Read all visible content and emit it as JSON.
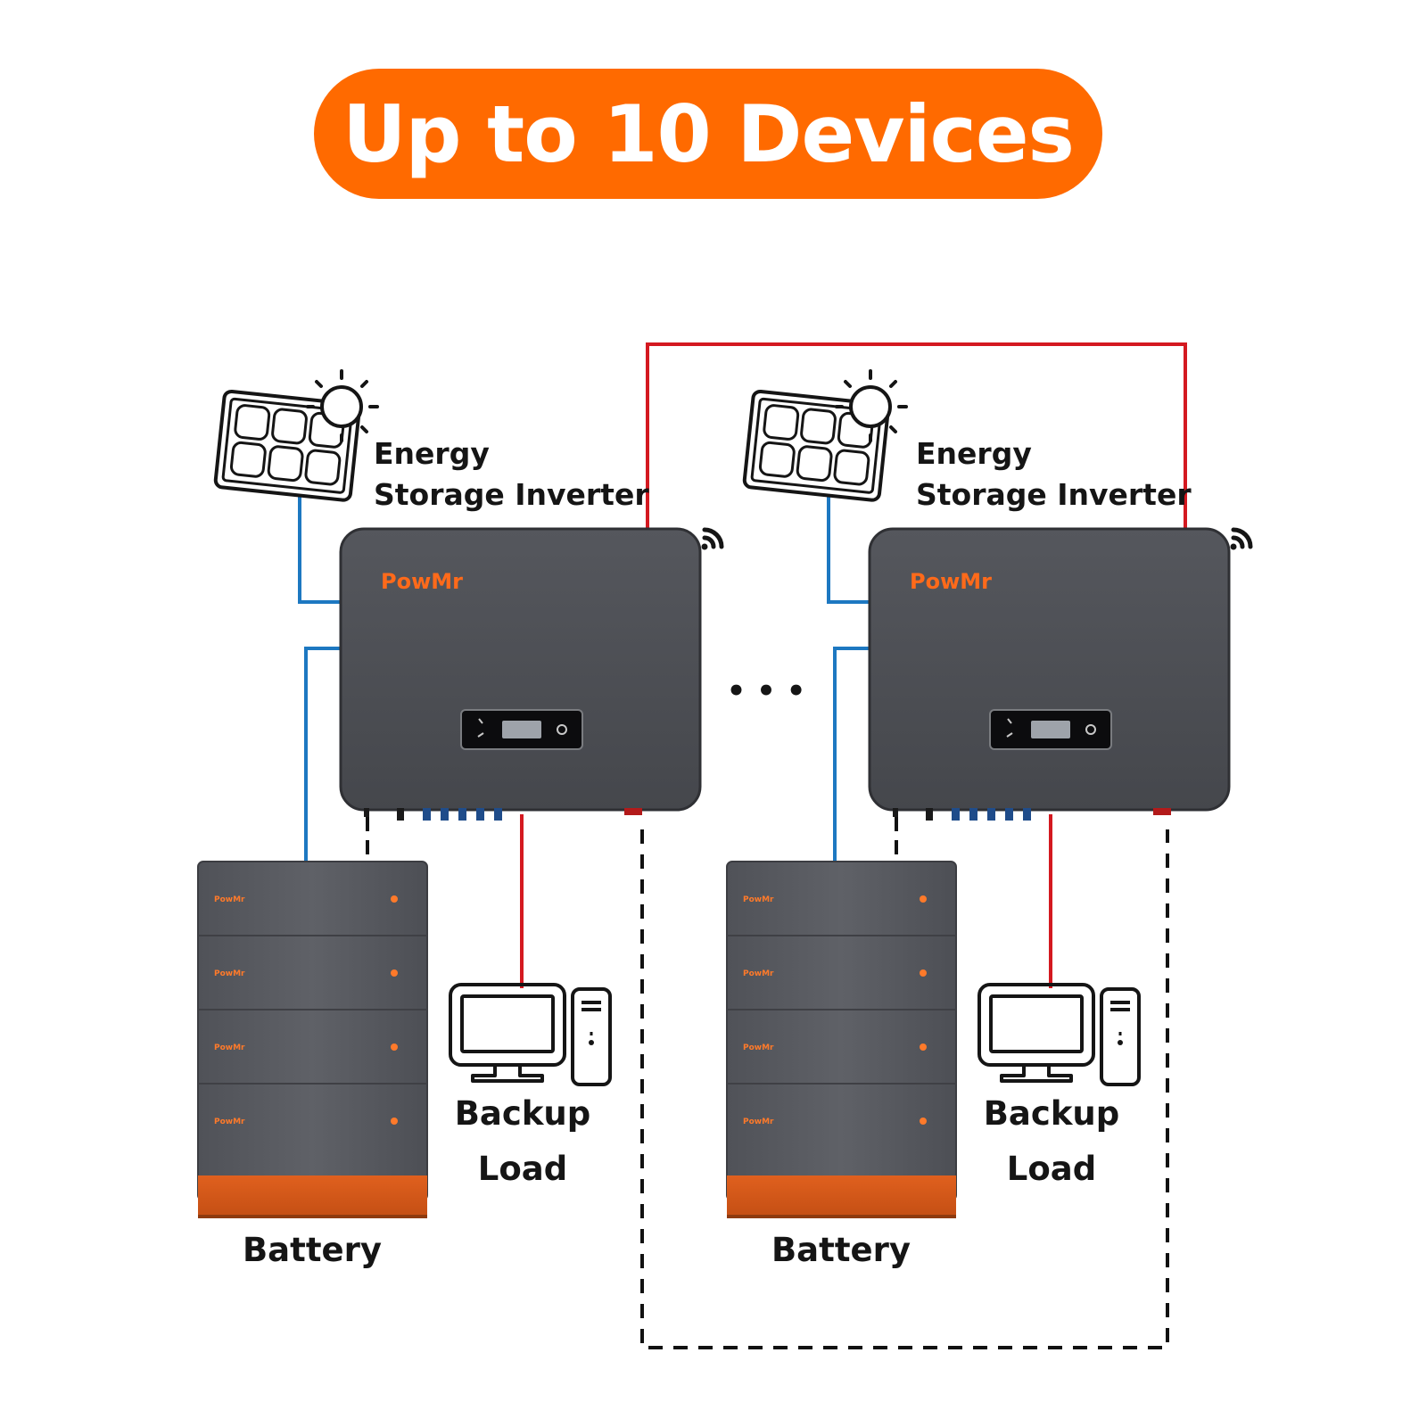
{
  "header": {
    "title": "Up to 10 Devices"
  },
  "colors": {
    "accent": "#ff6a00",
    "ac_line": "#d41920",
    "dc_line": "#1d78c1",
    "comm_line": "#111111",
    "device_body": "#4a4c52",
    "battery_base": "#e0601e"
  },
  "ellipsis": "• • •",
  "units": [
    {
      "inverter_label_line1": "Energy",
      "inverter_label_line2": "Storage Inverter",
      "brand": "PowMr",
      "load_label_line1": "Backup",
      "load_label_line2": "Load",
      "battery_label": "Battery",
      "icons": [
        "solar-panel-icon",
        "sun-icon",
        "wifi-icon",
        "computer-icon"
      ]
    },
    {
      "inverter_label_line1": "Energy",
      "inverter_label_line2": "Storage Inverter",
      "brand": "PowMr",
      "load_label_line1": "Backup",
      "load_label_line2": "Load",
      "battery_label": "Battery",
      "icons": [
        "solar-panel-icon",
        "sun-icon",
        "wifi-icon",
        "computer-icon"
      ]
    }
  ]
}
